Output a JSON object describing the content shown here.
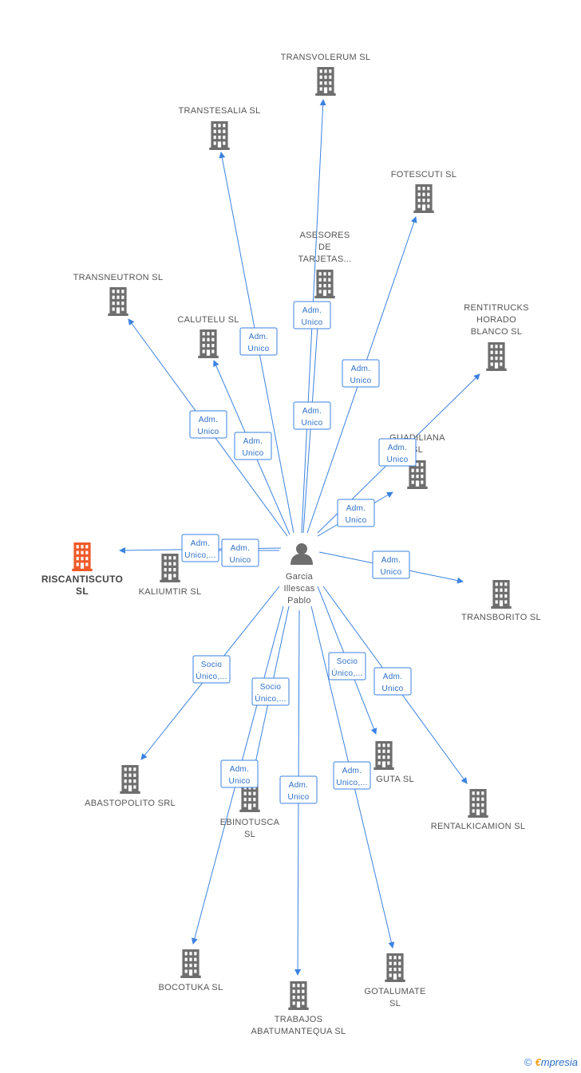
{
  "colors": {
    "edge": "#3b82e0",
    "building": "#6e6e6e",
    "highlight": "#f05a28",
    "person": "#6e6e6e"
  },
  "center": {
    "name_lines": [
      "Garcia",
      "Illescas",
      "Pablo"
    ]
  },
  "companies": [
    {
      "id": "transvolerum",
      "lines": [
        "TRANSVOLERUM SL"
      ]
    },
    {
      "id": "transtesalia",
      "lines": [
        "TRANSTESALIA SL"
      ]
    },
    {
      "id": "fotescuti",
      "lines": [
        "FOTESCUTI  SL"
      ]
    },
    {
      "id": "asesores",
      "lines": [
        "ASESORES",
        "DE",
        "TARJETAS..."
      ]
    },
    {
      "id": "transneutron",
      "lines": [
        "TRANSNEUTRON SL"
      ]
    },
    {
      "id": "calutelu",
      "lines": [
        "CALUTELU  SL"
      ]
    },
    {
      "id": "rentitrucks",
      "lines": [
        "RENTITRUCKS",
        "HORADO",
        "BLANCO SL"
      ]
    },
    {
      "id": "guadiliana",
      "lines": [
        "GUADILIANA",
        "SL"
      ]
    },
    {
      "id": "riscantiscuto",
      "lines": [
        "RISCANTISCUTO",
        "SL"
      ],
      "highlight": true
    },
    {
      "id": "kaliumtir",
      "lines": [
        "KALIUMTIR SL"
      ]
    },
    {
      "id": "transborito",
      "lines": [
        "TRANSBORITO SL"
      ]
    },
    {
      "id": "abastopolito",
      "lines": [
        "ABASTOPOLITO SRL"
      ]
    },
    {
      "id": "guta",
      "lines": [
        "GUTA  SL"
      ]
    },
    {
      "id": "ebinotusca",
      "lines": [
        "EBINOTUSCA",
        "SL"
      ]
    },
    {
      "id": "rentalkicamion",
      "lines": [
        "RENTALKICAMION SL"
      ]
    },
    {
      "id": "bocotuka",
      "lines": [
        "BOCOTUKA  SL"
      ]
    },
    {
      "id": "trabajos",
      "lines": [
        "TRABAJOS",
        "ABATUMANTEQUA SL"
      ]
    },
    {
      "id": "gotalumate",
      "lines": [
        "GOTALUMATE",
        "SL"
      ]
    }
  ],
  "edge_labels": [
    {
      "id": "e-transtesalia",
      "lines": [
        "Adm.",
        "Unico"
      ]
    },
    {
      "id": "e-asesores",
      "lines": [
        "Adm.",
        "Unico"
      ]
    },
    {
      "id": "e-fotescuti",
      "lines": [
        "Adm.",
        "Unico"
      ]
    },
    {
      "id": "e-transvolerum",
      "lines": [
        "Adm.",
        "Unico"
      ]
    },
    {
      "id": "e-transneutron",
      "lines": [
        "Adm.",
        "Unico"
      ]
    },
    {
      "id": "e-calutelu",
      "lines": [
        "Adm.",
        "Unico"
      ]
    },
    {
      "id": "e-rentitrucks",
      "lines": [
        "Adm.",
        "Unico"
      ]
    },
    {
      "id": "e-guadiliana",
      "lines": [
        "Adm.",
        "Unico"
      ]
    },
    {
      "id": "e-riscantiscuto",
      "lines": [
        "Adm.",
        "Unico,..."
      ]
    },
    {
      "id": "e-kaliumtir",
      "lines": [
        "Adm.",
        "Unico"
      ]
    },
    {
      "id": "e-transborito",
      "lines": [
        "Adm.",
        "Unico"
      ]
    },
    {
      "id": "e-abastopolito",
      "lines": [
        "Socio",
        "Único,..."
      ]
    },
    {
      "id": "e-ebinotusca-socio",
      "lines": [
        "Socio",
        "Único,..."
      ]
    },
    {
      "id": "e-guta",
      "lines": [
        "Socio",
        "Único,..."
      ]
    },
    {
      "id": "e-rentalkicamion",
      "lines": [
        "Adm.",
        "Unico"
      ]
    },
    {
      "id": "e-ebinotusca",
      "lines": [
        "Adm.",
        "Unico"
      ]
    },
    {
      "id": "e-trabajos",
      "lines": [
        "Adm.",
        "Unico"
      ]
    },
    {
      "id": "e-gotalumate",
      "lines": [
        "Adm.",
        "Unico,..."
      ]
    }
  ],
  "footer": {
    "copyright": "©",
    "brand_first": "€",
    "brand_rest": "mpresia"
  }
}
